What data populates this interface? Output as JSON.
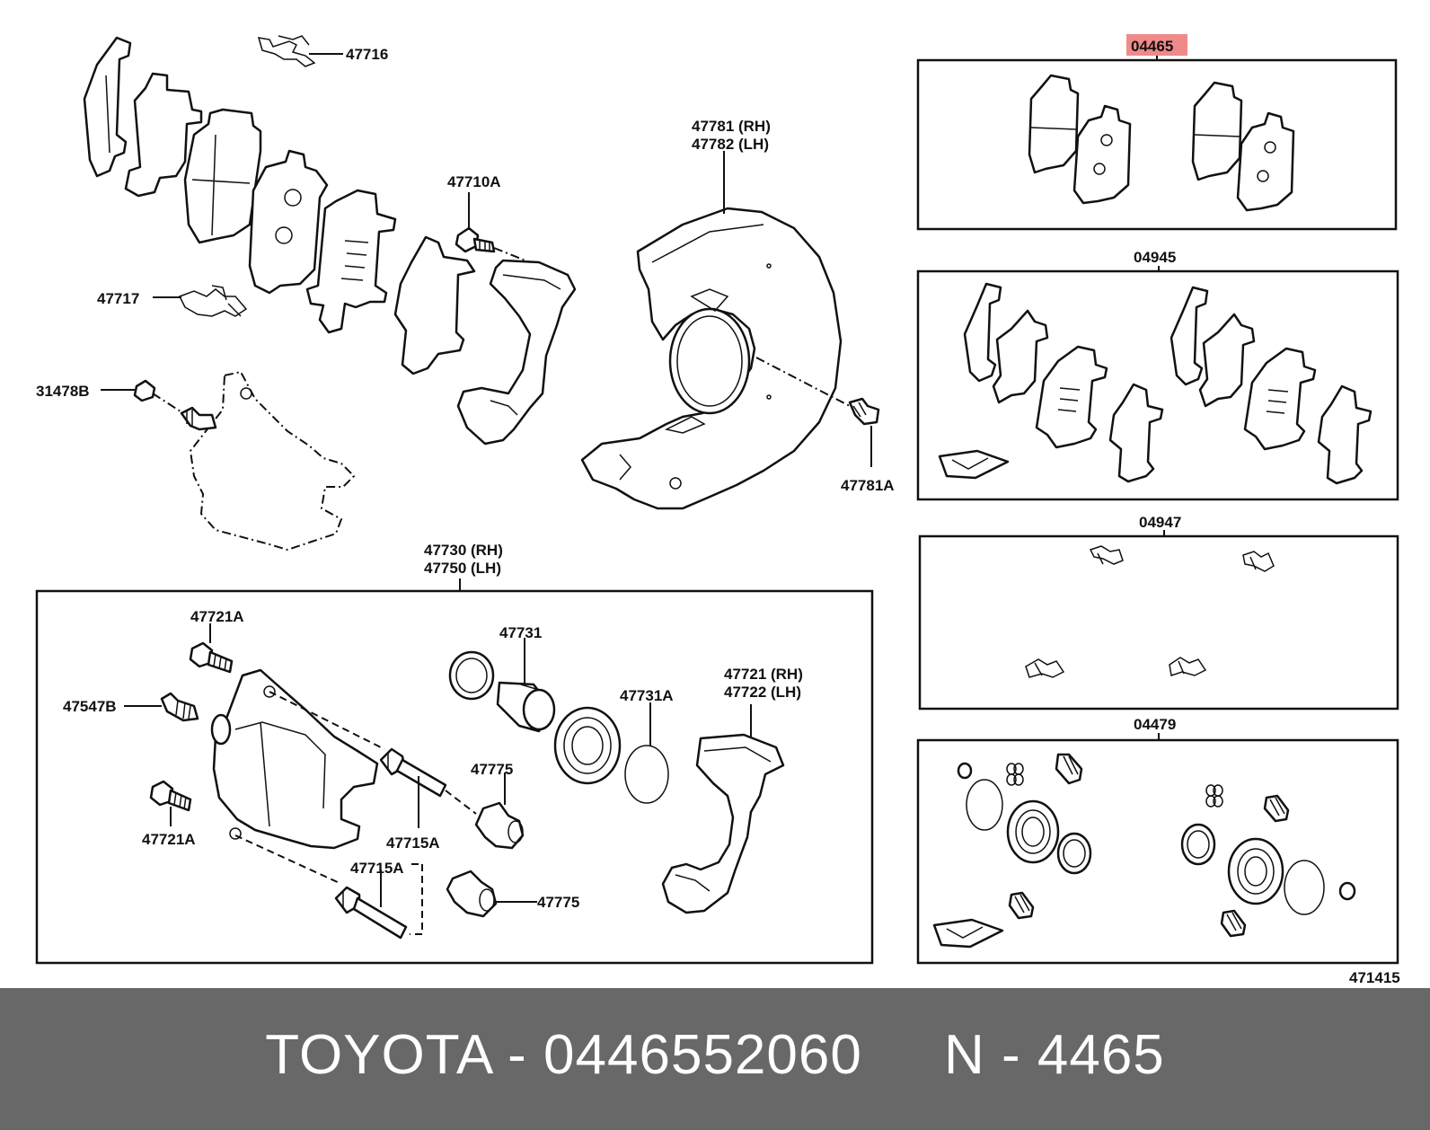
{
  "diagram": {
    "labels": {
      "p47716": "47716",
      "p47717": "47717",
      "p31478B": "31478B",
      "p47710A": "47710A",
      "p47781": "47781 (RH)",
      "p47782": "47782 (LH)",
      "p47781A": "47781A",
      "p47730": "47730 (RH)",
      "p47750": "47750 (LH)",
      "p47721A_top": "47721A",
      "p47547B": "47547B",
      "p47721A_bottom": "47721A",
      "p47715A_mid": "47715A",
      "p47715A_bottom": "47715A",
      "p47731": "47731",
      "p47731A": "47731A",
      "p47775_top": "47775",
      "p47775_bottom": "47775",
      "p47721": "47721 (RH)",
      "p47722": "47722 (LH)",
      "p04465": "04465",
      "p04945": "04945",
      "p04947": "04947",
      "p04479": "04479",
      "p471415": "471415"
    },
    "highlight_color": "#f08a8a"
  },
  "footer": {
    "text": "TOYOTA - 0446552060     N - 4465"
  }
}
